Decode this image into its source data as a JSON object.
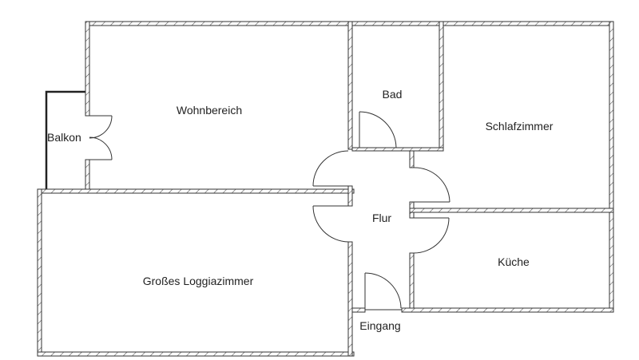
{
  "rooms": {
    "wohnbereich": "Wohnbereich",
    "balkon": "Balkon",
    "bad": "Bad",
    "schlafzimmer": "Schlafzimmer",
    "flur": "Flur",
    "kueche": "Küche",
    "loggia": "Großes Loggiazimmer",
    "eingang": "Eingang"
  },
  "colors": {
    "line": "#333333",
    "background": "#ffffff"
  }
}
